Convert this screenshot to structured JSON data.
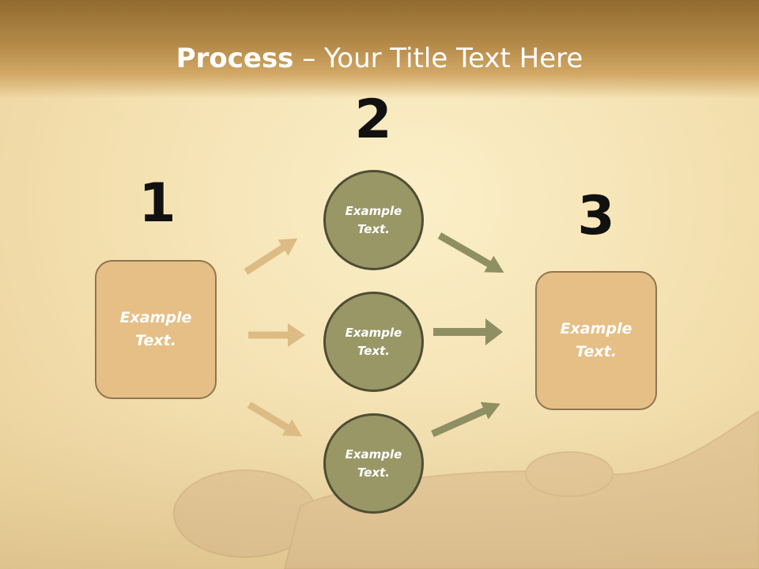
{
  "title": {
    "bold": "Process",
    "rest": " – Your Title Text Here"
  },
  "steps": {
    "one": "1",
    "two": "2",
    "three": "3"
  },
  "boxes": {
    "left": "Example Text.",
    "right": "Example Text."
  },
  "circles": {
    "top": "Example Text.",
    "middle": "Example Text.",
    "bottom": "Example Text."
  },
  "colors": {
    "box_fill": "#e5bf85",
    "circle_fill": "#999766",
    "arrow_tan": "#dcbc84",
    "arrow_olive": "#8e8f62"
  }
}
